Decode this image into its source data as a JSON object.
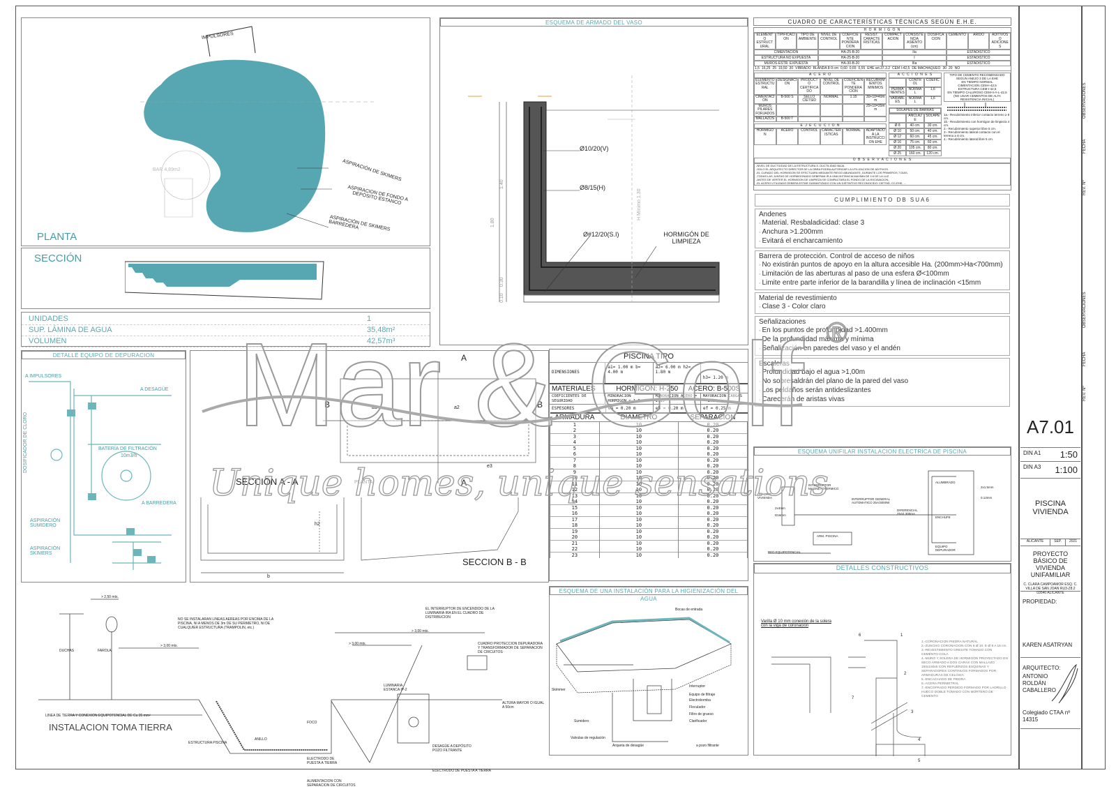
{
  "sheet": {
    "code": "A7.01",
    "scale_a1_label": "DIN A1",
    "scale_a1": "1:50",
    "scale_a3_label": "DIN A3",
    "scale_a3": "1:100",
    "title": "PISCINA VIVIENDA",
    "city": "ALICANTE",
    "month": "SEP.",
    "year": "2021",
    "project": "PROYECTO BÁSICO DE VIVIENDA UNIFAMILIAR",
    "address": "C. CLARA CAMPOAMOR ESQ. C. VILLA DE SAN JOAN RU3-Z8.2 03540 ALICANTE",
    "property_label": "PROPIEDAD:",
    "owner": "KAREN ASATRYAN",
    "architect_label": "ARQUITECTO:",
    "architect": "ANTONIO ROLDÁN CABALLERO",
    "college": "Colegiado CTAA nº 14315",
    "rev_label": "REV. Nº",
    "date_label": "FECHA",
    "obs_label": "OBSERVACIONES"
  },
  "planta": {
    "title": "PLANTA",
    "labels": [
      "IMPULSORES",
      "ASPIRACIÓN DE SKIMERS",
      "ASPIRACION DE FONDO A DEPÓSITO ESTANCO",
      "ASPIRACIÓN DE SKIMERS BARREDERA"
    ],
    "bar_label": "BAR 4,89m2",
    "pool_color": "#56a7b1"
  },
  "seccion": {
    "title": "SECCIÓN"
  },
  "info": [
    {
      "k": "UNIDADES",
      "v": "1"
    },
    {
      "k": "SUP. LÁMINA DE AGUA",
      "v": "35,48m²"
    },
    {
      "k": "VOLUMEN",
      "v": "42,57m³"
    }
  ],
  "depuracion": {
    "title": "DETALLE EQUIPO DE DEPURACION",
    "labels": [
      "A IMPULSORES",
      "A DESAGÜE",
      "DOSIFICADOR DE CLORO",
      "BATERÍA DE FILTRACIÓN",
      "10m3/h",
      "A BARREDERA",
      "ASPIRACIÓN SUMIDERO",
      "ASPIRACIÓN SKIMERS"
    ]
  },
  "secciones": {
    "a": "SECCION A - A",
    "b": "SECCION B - B",
    "planta": "PLANTA",
    "marks": [
      "A",
      "A",
      "B",
      "B"
    ],
    "dims": [
      "a1",
      "a2",
      "h2",
      "b",
      "e3"
    ]
  },
  "armado": {
    "title": "ESQUEMA DE ARMADO DEL VASO",
    "labels": [
      "Ø10/20(V)",
      "Ø8/15(H)",
      "Ø#12/20(S.I)",
      "HORMIGÓN DE LIMPIEZA"
    ],
    "dims": [
      "1.80",
      "1.40",
      "0.30",
      "0.10",
      "H Mínimo 1.30"
    ]
  },
  "tipo": {
    "title": "PISCINA TIPO",
    "dim_label": "DIMENSIONES",
    "dims": [
      "a1= 1.00 m  b= 4.00 m",
      "a2= 6.00 m  h2= 1.80 m",
      "h3= 1.20 m"
    ],
    "materiales": "MATERIALES",
    "hormigon": "HORMIGON: H-250",
    "acero": "ACERO: B-500S",
    "coef_label": "COEFICIENTES DE SEGURIDAD",
    "coefs": [
      "MINORACION HORMIGON = 1.5",
      "MINORACION ACERO = 1.15",
      "MAYORACION CARGAS = 1.6"
    ],
    "esp_label": "ESPESORES",
    "esps": [
      "ea = 0.20 m",
      "eb = 0.20 m",
      "ef = 0.25 m"
    ],
    "cols": [
      "ARMADURA",
      "DIAMETRO",
      "SEPARACION"
    ],
    "rows": [
      [
        "1",
        "10",
        "0.20"
      ],
      [
        "2",
        "10",
        "0.20"
      ],
      [
        "3",
        "10",
        "0.20"
      ],
      [
        "4",
        "10",
        "0.20"
      ],
      [
        "5",
        "10",
        "0.20"
      ],
      [
        "6",
        "10",
        "0.20"
      ],
      [
        "7",
        "10",
        "0.20"
      ],
      [
        "8",
        "10",
        "0.20"
      ],
      [
        "9",
        "10",
        "0.20"
      ],
      [
        "10",
        "10",
        "0.20"
      ],
      [
        "11",
        "10",
        "0.20"
      ],
      [
        "12",
        "10",
        "0.20"
      ],
      [
        "13",
        "10",
        "0.20"
      ],
      [
        "14",
        "10",
        "0.20"
      ],
      [
        "15",
        "10",
        "0.20"
      ],
      [
        "16",
        "10",
        "0.20"
      ],
      [
        "17",
        "10",
        "0.20"
      ],
      [
        "18",
        "10",
        "0.20"
      ],
      [
        "19",
        "10",
        "0.20"
      ],
      [
        "20",
        "10",
        "0.20"
      ],
      [
        "21",
        "10",
        "0.20"
      ],
      [
        "22",
        "10",
        "0.20"
      ],
      [
        "23",
        "10",
        "0.20"
      ]
    ]
  },
  "cuadro": {
    "title": "CUADRO DE CARACTERÍSTICAS TÉCNICAS SEGÚN E.H.E.",
    "hormigon": "H O R M I G O N",
    "h_cols": [
      "ELEMENTO ESTRUCTURAL",
      "TIPIFICACION",
      "TIPO DE AMBIENTE",
      "NIVEL DE CONTROL",
      "COEFICIENTE PONDERACION",
      "RESIST. CARACTERISTICAS",
      "COMPACTACION",
      "CONSISTENCIA ASIENTO (cm)",
      "DOSIFICACION",
      "CEMENTO",
      "ARIDO",
      "ADITIVOS O ADICIONES"
    ],
    "h_rows": [
      [
        "CIMENTACION",
        "HA-25-B-20",
        "IIa",
        "ESTADISTICO"
      ],
      [
        "ESTRUCTURA NO EXPUESTA",
        "HA-25-B-20",
        "I",
        "ESTADISTICO"
      ],
      [
        "MUROS-ESTR. EXPUESTA",
        "HA-30-B-20",
        "IIIa",
        "ESTADISTICO"
      ]
    ],
    "h_shared": [
      "1,5",
      "16,25",
      "25",
      "19,50",
      "30",
      "VIBRADO",
      "BLANDA 8-9 cm",
      "0,60",
      "0,65",
      "0,55",
      "EHE art.37.3.2",
      "CEM I-42,5",
      "DE MACHAQUEO",
      "30",
      "20",
      "NO"
    ],
    "acero": "A C E R O",
    "a_cols": [
      "ELEMENTO ESTRUCTURAL",
      "DESIGNACION",
      "PRODUCTO CERTIFICADO",
      "NIVEL DE CONTROL",
      "COEFICIENTE PONDERACION",
      "RECUBRIMIENTOS MINIMOS"
    ],
    "a_rows": [
      [
        "CIMENTACION",
        "B-500 S",
        "SELLO CIETSID",
        "NORMAL",
        "1.15",
        "30+10=40mm"
      ],
      [
        "MUROS PILARES FORJADOS",
        "",
        "",
        "",
        "",
        "25+10=35mm"
      ],
      [
        "MALLAZOS",
        "B-500 T",
        "",
        "",
        "",
        ""
      ]
    ],
    "acciones": "A C C I O N E S",
    "ac_cols": [
      "",
      "CONTROL",
      "COEFIC"
    ],
    "ac_rows": [
      [
        "PERMANENTES",
        "NORMAL",
        "1,6"
      ],
      [
        "VARIABLES",
        "NORMAL",
        "1,6"
      ]
    ],
    "cemento": [
      "TIPO DE CEMENTO RECOMENDADO SEGÚN ANEJO 3 DE LA EHE",
      "EN TIEMPO NORMAL",
      "CIMENTACION  CEM-I-42,5",
      "ESTRUCTURA  CEM-I-42,5",
      "EN TIEMPO CALUROSO  CEM-II-A-L-42,5",
      "(NO USAR CEMENTOS DE ALTA RESISTENCIA INICIAL)"
    ],
    "ejecucion": "E J E C U C I O N",
    "ej": [
      "HORMIGON",
      "ACERO",
      "CONTROL",
      "CARACTERISTICAS",
      "NORMAL",
      "ADAPTADO A LA INSTRUCCION EHE"
    ],
    "solapes_title": "SOLAPES DE BARRAS",
    "solapes_cols": [
      "ANCLAJE",
      "SOLAPE"
    ],
    "solapes": [
      [
        "Ø 8",
        "40 cm.",
        "30 cm."
      ],
      [
        "Ø 10",
        "50 cm.",
        "40 cm."
      ],
      [
        "Ø 12",
        "60 cm.",
        "45 cm."
      ],
      [
        "Ø 16",
        "75 cm.",
        "60 cm."
      ],
      [
        "Ø 20",
        "105 cm.",
        "80 cm."
      ],
      [
        "Ø 25",
        "160 cm.",
        "120 cm."
      ]
    ],
    "observ": "O B S E R V A C I O N E S",
    "obs_lines": [
      "-NIVEL DE DUCTILIDAD DE LA ESTRUCTURA S. DUCTILIDAD BAJA.",
      "-SOLO EL ARQUITECTO DIRECTOR DE LA OBRA PODRA AUTORIZAR LA UTILIZACION DE ADITIVOS.",
      "-EL CURADO DEL HORMIGON SE EFECTUARA MEDIANTE RIEGO ABUNDANTE, DURANTE LOS PRIMEROS 7 DIAS,",
      "-TODAS LAS JUNTAS DE HORMIGONADO DEBERAN IR A UNA DISTANCIA MAXIMA DE 1/4 DE LA LUZ",
      "-ANTES DE VERTER EL HORMIGON DE LIMPIEZA SE COMPACTARA EL FONDO DE LA EXCAVACION.",
      "-EL ACERO UTILIZADO DEBERA ESTAR GARANTIZADO CON UN DISTINTIVO RECONOCIDO: CIETSID, CC-EHE, ..."
    ],
    "recub": [
      "1a.- Recubrimiento inferior contacto terreno ≥ 8 cm.",
      "1b.- Recubrimiento con hormigon de limpieza 4 cm.",
      "2.- Recubrimiento superior libre 5 cm.",
      "3.- Recubrimiento lateral contacto con el terreno ≥ 8 cm.",
      "4.- Recubrimiento lateral libre 5 cm."
    ]
  },
  "sua": {
    "title": "CUMPLIMIENTO  DB SUA6",
    "groups": [
      {
        "h": "Andenes",
        "items": [
          "Material. Resbaladicidad: clase 3",
          "Anchura >1.200mm",
          "Evitará el encharcamiento"
        ]
      },
      {
        "h": "Barrera de protección. Control de acceso de niños",
        "items": [
          "No existirán puntos de apoyo en la altura accesible Ha. (200mm>Ha<700mm)",
          "Limitación de las aberturas al paso de una esfera Ø<100mm",
          "Limite entre parte inferior de la barandilla y línea de inclinación <15mm"
        ]
      },
      {
        "h": "Material de revestimiento",
        "items": [
          "Clase 3 - Color claro"
        ]
      },
      {
        "h": "Señalizaciones",
        "items": [
          "En los puntos de profundidad >1.400mm",
          "De la profundidad máxima y mínima",
          "Señalización en paredes del vaso y el andén"
        ]
      },
      {
        "h": "Escaleras",
        "items": [
          "Profundidad bajo el agua >1,00m",
          "No sobresaldrán del plano de la pared del vaso",
          "Los peldaños serán antideslizantes",
          "Carecerán de aristas vivas"
        ]
      }
    ]
  },
  "electrica": {
    "title": "ESQUEMA UNIFILAR INSTALACION ELECTRICA DE PISCINA",
    "labels": [
      "CUADRO VIVIENDA",
      "INTERRUPTOR MAGNETOTERMICO",
      "INTERRUPTOR GENERAL AUTOMATICO 25A/3000W",
      "DIFERENCIAL 25A/I 300mA",
      "ARM. PISCINA",
      "RED EQUIPOTENCIAL",
      "ALUMBRADO",
      "ENCHUFE",
      "EQUIPO DEPURADOR",
      "2x1.5mm",
      "0.13mm",
      "2x4mm",
      "D16mm"
    ]
  },
  "detalles": {
    "title": "DETALLES CONSTRUCTIVOS",
    "varilla": "Varilla Ø 10 mm conexión de la solera con la viga de coronación",
    "notes": [
      "1.-CORONACION PIEDRA NATURAL",
      "2.-ZUNCHO CORONACION CON 8 Ø 10, E Ø 8 A 15 cm.",
      "3.-REVESTIMIENTO GRESITE TOMADO CON CEMENTO-COLA",
      "4.-MURO Y SOLERA DE HORMIGON PROYECTADO EN SECO ARMADO A DOS CARAS CON MALLAZO 150x150x5 CON REFUERZOS ESQUINAS Y SEPARADORES CONTINUOS FORMADOS POR ARMADURAS DE CELOSIA",
      "5.-ENCACHADO DE PIEDRA",
      "6.-ACERA PERIMETRAL",
      "7.-ENCOFRADO PERDIDO FORMADO POR LADRILLO HUECO DOBLE TOMADO CON MORTERO DE CEMENTO"
    ],
    "marks": [
      "1",
      "2",
      "3",
      "4",
      "5",
      "6",
      "7"
    ]
  },
  "tierra": {
    "title": "INSTALACION TOMA TIERRA",
    "labels": [
      "> 2,50 mts.",
      "DUCHAS",
      "FAROLA",
      "> 3,00 mts.",
      "NO SE INSTALARAN LINEAS AEREAS POR ENCIMA DE LA PISCINA, NI A MENOS DE 3m DE SU PERIMETRO, NI DE CUALQUIER ESTRUCTURA (TRAMPOLIN, etc.)",
      "LINEA DE TIERRA Y CONEXION EQUIPOTENCIAL DE Cu 35 mm²",
      "ESTRUCTURA PISCINA",
      "ANILLO",
      "FOCO",
      "ELECTRODO DE PUESTA A TIERRA",
      "ALIMENTACION CON SEPARACION DE CIRCUITOS",
      "> 3,00 mts.",
      "> 3,00 mts.",
      "LUMINARIA ESTANCA IP-2",
      "EL INTERRUPTOR DE ENCENDIDO DE LA LUMINARIA IRA EN EL CUADRO DE DISTRIBUCION",
      "CUADRO PROTECCION DEPURADORA Y TRANSFORMADOR DE SEPARACION DE CIRCUITOS",
      "ALTURA MAYOR O IGUAL A 50cm",
      "DESAGÜE A DEPÓSITO POZO FILTRANTE",
      "ELECTRODO DE PUESTA A TIERRA"
    ]
  },
  "higiene": {
    "title": "ESQUEMA DE UNA INSTALACIÓN PARA LA HIGIENIZACIÓN DEL AGUA",
    "labels": [
      "Bocas de entrada",
      "Skimmer",
      "Sumidero",
      "Interruptor",
      "Equipo de filtraje",
      "Electrobomba",
      "Floculador",
      "Filtro de grueso",
      "Clarificador",
      "Valvulas de regulación",
      "Arqueta de desagüe",
      "a pozo filtrante"
    ]
  },
  "watermark": {
    "brand": "Mar & Golf",
    "reg": "®",
    "slogan": "Unique homes, unique sensations"
  }
}
